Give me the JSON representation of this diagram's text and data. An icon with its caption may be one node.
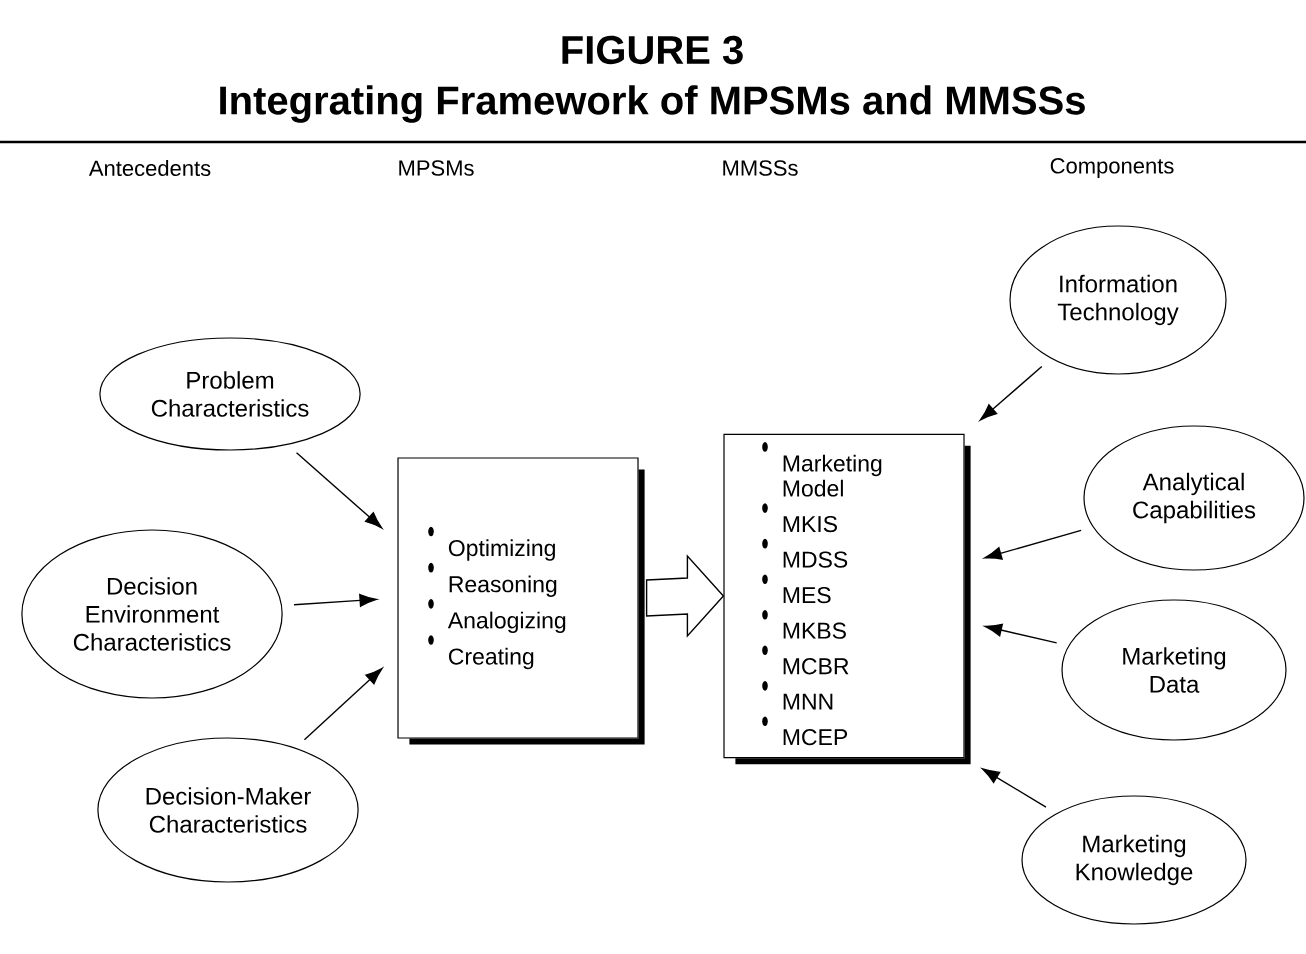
{
  "diagram": {
    "title": "Integrating Framework of MPSMs and MMSSs",
    "nodes": [
      {
        "text": [
          "Problem Characteristics"
        ]
      },
      {
        "text": [
          "Decision Environment Characteristics"
        ]
      },
      {
        "text": [
          "Decision-Maker Characteristics"
        ]
      },
      {
        "text": [
          "Optimizing",
          "Reasoning",
          "Analogizing",
          "Creating"
        ]
      },
      {
        "text": [
          "Marketing Model",
          "MKIS",
          "MDSS",
          "MES",
          "MKBS",
          "MCBR",
          "MNN",
          "MCEP"
        ]
      },
      {
        "text": [
          "Information Technology"
        ]
      },
      {
        "text": [
          "Analytical Capabilities"
        ]
      },
      {
        "text": [
          "Marketing Data"
        ]
      },
      {
        "text": [
          "Marketing Knowledge"
        ]
      }
    ],
    "edges": [
      {
        "from": 0,
        "to": 3,
        "arrow": "to"
      },
      {
        "from": 1,
        "to": 3,
        "arrow": "to"
      },
      {
        "from": 2,
        "to": 3,
        "arrow": "to"
      },
      {
        "from": 3,
        "to": 4,
        "arrow": "to",
        "style": "thick"
      },
      {
        "from": 5,
        "to": 4,
        "arrow": "to"
      },
      {
        "from": 6,
        "to": 4,
        "arrow": "to"
      },
      {
        "from": 7,
        "to": 4,
        "arrow": "to"
      },
      {
        "from": 8,
        "to": 4,
        "arrow": "to"
      }
    ],
    "labels": [
      "FIGURE 3",
      "Antecedents",
      "MPSMs",
      "MMSSs",
      "Components"
    ]
  }
}
